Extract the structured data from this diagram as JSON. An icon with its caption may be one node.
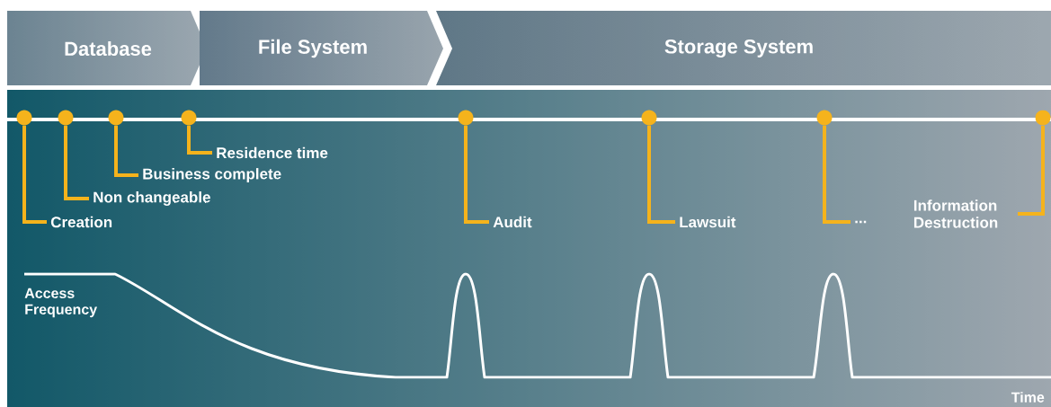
{
  "diagram": {
    "nodes": [
      {
        "text": [
          "Database"
        ]
      },
      {
        "text": [
          "File System"
        ]
      },
      {
        "text": [
          "Storage System"
        ]
      },
      {
        "text": [],
        "shape": "circle"
      },
      {
        "text": [],
        "shape": "circle"
      },
      {
        "text": [],
        "shape": "circle"
      },
      {
        "text": [],
        "shape": "circle"
      },
      {
        "text": [],
        "shape": "circle"
      },
      {
        "text": [],
        "shape": "circle"
      },
      {
        "text": [],
        "shape": "circle"
      },
      {
        "text": [],
        "shape": "circle"
      },
      {
        "text": [
          "Creation"
        ]
      },
      {
        "text": [
          "Non changeable"
        ]
      },
      {
        "text": [
          "Business complete"
        ]
      },
      {
        "text": [
          "Residence time"
        ]
      },
      {
        "text": [
          "Audit"
        ]
      },
      {
        "text": [
          "Lawsuit"
        ]
      },
      {
        "text": [
          "..."
        ]
      },
      {
        "text": [
          "Information Destruction"
        ]
      }
    ],
    "edges": [
      {
        "from": 11,
        "to": 3,
        "arrow": "none"
      },
      {
        "from": 12,
        "to": 4,
        "arrow": "none"
      },
      {
        "from": 13,
        "to": 5,
        "arrow": "none"
      },
      {
        "from": 14,
        "to": 6,
        "arrow": "none"
      },
      {
        "from": 15,
        "to": 7,
        "arrow": "none"
      },
      {
        "from": 16,
        "to": 8,
        "arrow": "none"
      },
      {
        "from": 17,
        "to": 9,
        "arrow": "none"
      },
      {
        "from": 18,
        "to": 10,
        "arrow": "none"
      }
    ],
    "labels": [
      "Access Frequency",
      "Time"
    ]
  }
}
